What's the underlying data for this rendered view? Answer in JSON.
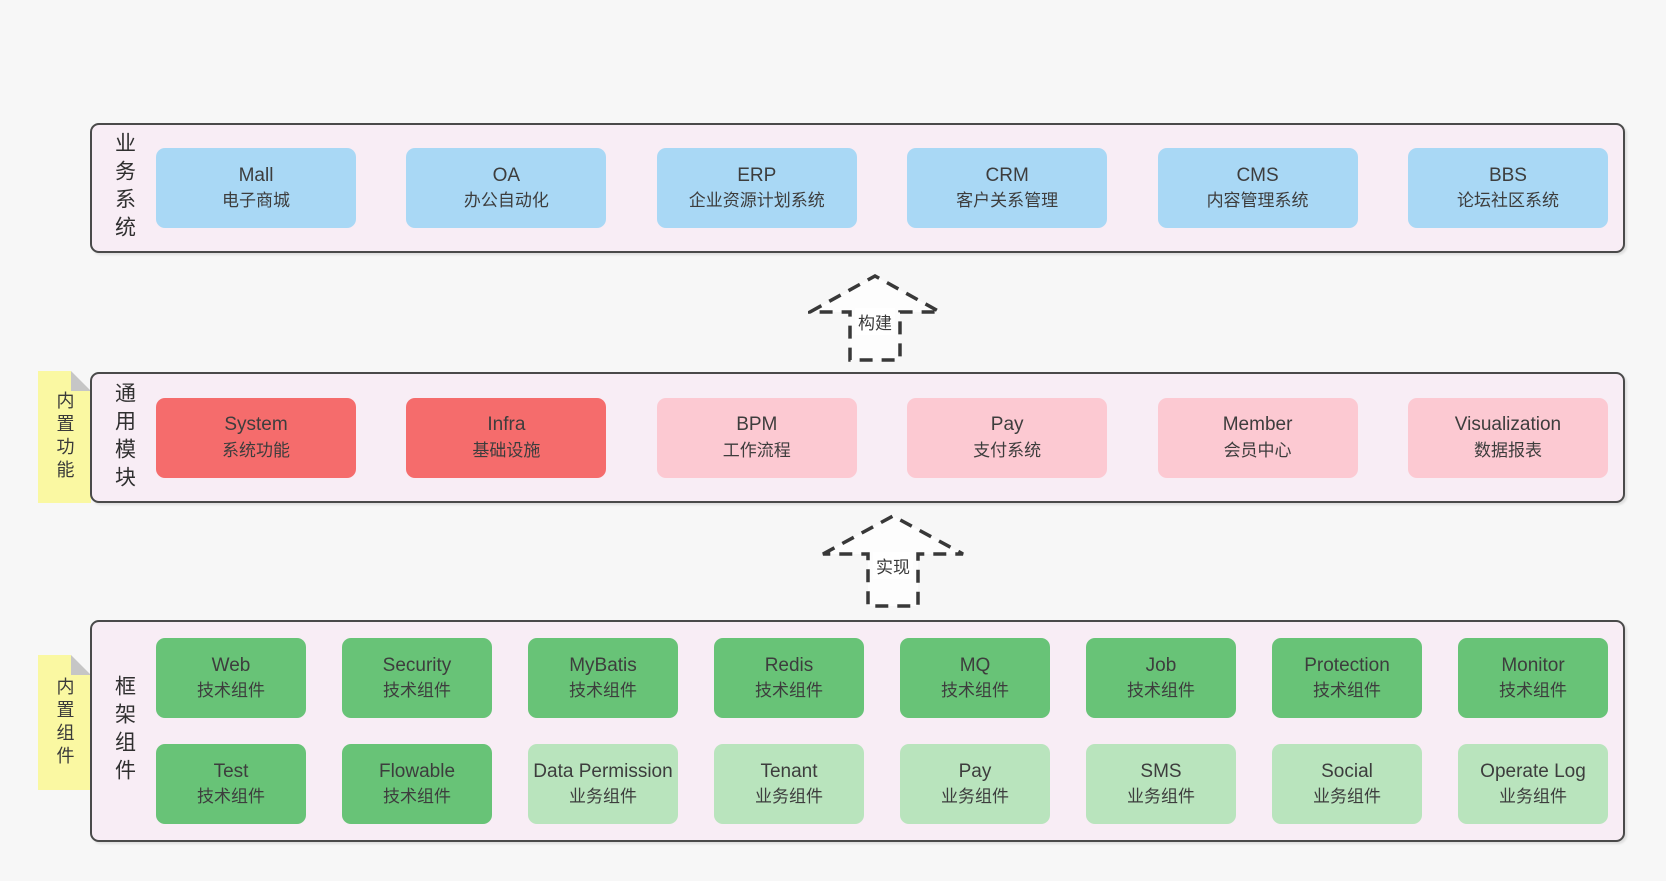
{
  "diagram": {
    "layers": [
      {
        "label": "业务系统",
        "boxes": [
          {
            "title": "Mall",
            "subtitle": "电子商城"
          },
          {
            "title": "OA",
            "subtitle": "办公自动化"
          },
          {
            "title": "ERP",
            "subtitle": "企业资源计划系统"
          },
          {
            "title": "CRM",
            "subtitle": "客户关系管理"
          },
          {
            "title": "CMS",
            "subtitle": "内容管理系统"
          },
          {
            "title": "BBS",
            "subtitle": "论坛社区系统"
          }
        ]
      },
      {
        "label": "通用模块",
        "sticky": "内置功能",
        "boxes": [
          {
            "title": "System",
            "subtitle": "系统功能"
          },
          {
            "title": "Infra",
            "subtitle": "基础设施"
          },
          {
            "title": "BPM",
            "subtitle": "工作流程"
          },
          {
            "title": "Pay",
            "subtitle": "支付系统"
          },
          {
            "title": "Member",
            "subtitle": "会员中心"
          },
          {
            "title": "Visualization",
            "subtitle": "数据报表"
          }
        ]
      },
      {
        "label": "框架组件",
        "sticky": "内置组件",
        "rows": [
          [
            {
              "title": "Web",
              "subtitle": "技术组件"
            },
            {
              "title": "Security",
              "subtitle": "技术组件"
            },
            {
              "title": "MyBatis",
              "subtitle": "技术组件"
            },
            {
              "title": "Redis",
              "subtitle": "技术组件"
            },
            {
              "title": "MQ",
              "subtitle": "技术组件"
            },
            {
              "title": "Job",
              "subtitle": "技术组件"
            },
            {
              "title": "Protection",
              "subtitle": "技术组件"
            },
            {
              "title": "Monitor",
              "subtitle": "技术组件"
            }
          ],
          [
            {
              "title": "Test",
              "subtitle": "技术组件"
            },
            {
              "title": "Flowable",
              "subtitle": "技术组件"
            },
            {
              "title": "Data Permission",
              "subtitle": "业务组件"
            },
            {
              "title": "Tenant",
              "subtitle": "业务组件"
            },
            {
              "title": "Pay",
              "subtitle": "业务组件"
            },
            {
              "title": "SMS",
              "subtitle": "业务组件"
            },
            {
              "title": "Social",
              "subtitle": "业务组件"
            },
            {
              "title": "Operate Log",
              "subtitle": "业务组件"
            }
          ]
        ]
      }
    ],
    "arrows": [
      {
        "label": "构建"
      },
      {
        "label": "实现"
      }
    ],
    "colors": {
      "page_bg": "#f7f7f7",
      "panel_bg": "#f8edf5",
      "panel_border": "#4a4a4a",
      "blue": "#a9d8f5",
      "red": "#f56c6c",
      "pink": "#fcc9d2",
      "green": "#68c377",
      "light_green": "#b9e4bd",
      "sticky_yellow": "#faf8a2",
      "text": "#3d3d3d"
    }
  }
}
